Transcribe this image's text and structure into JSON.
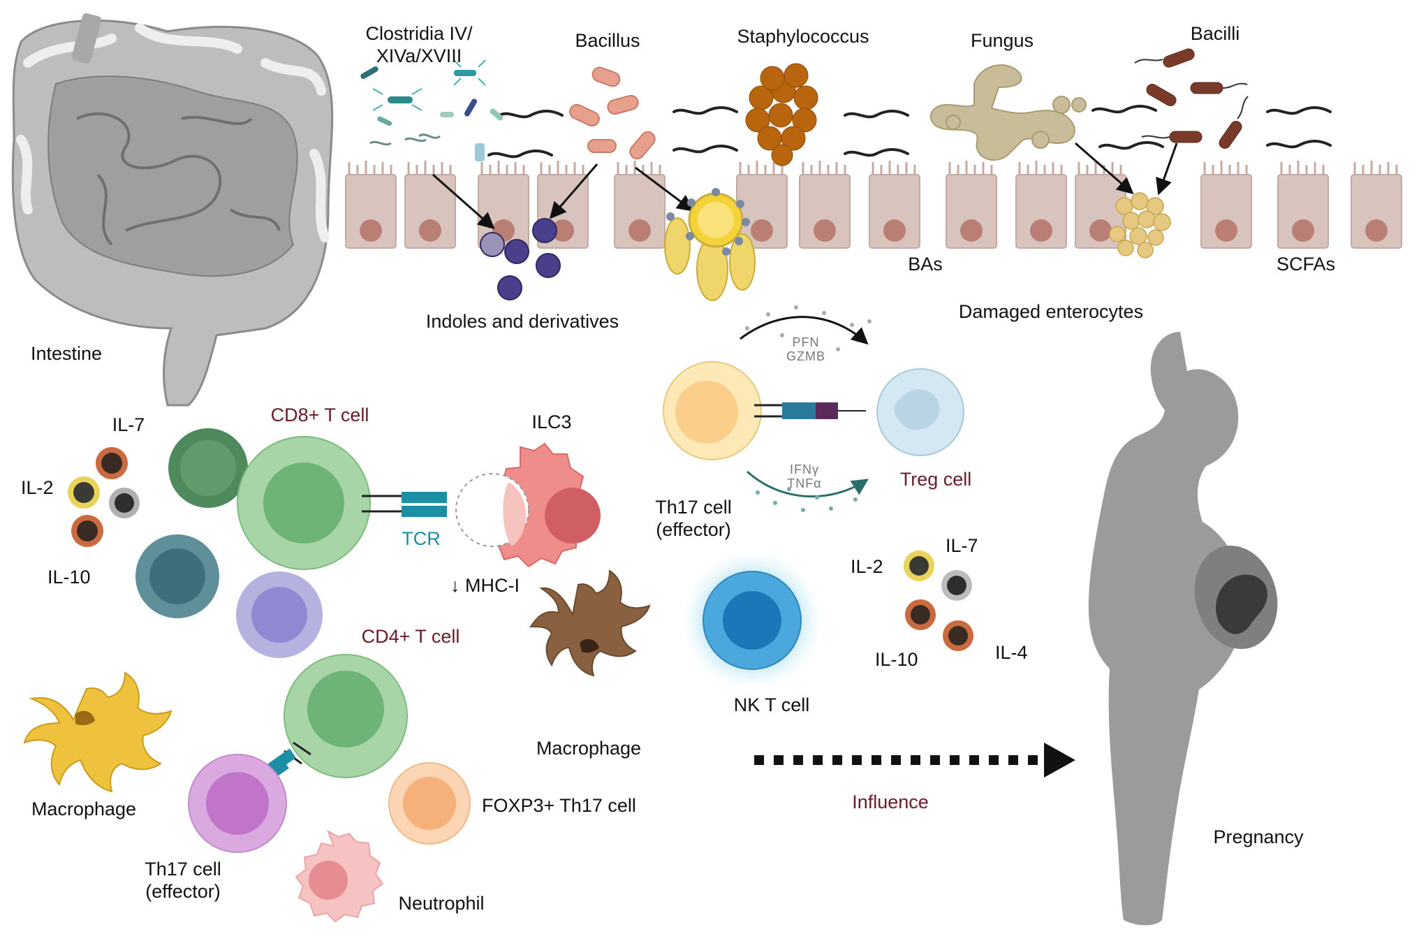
{
  "labels": {
    "intestine": "Intestine",
    "clostridia": "Clostridia IV/\nXIVa/XVIII",
    "bacillus": "Bacillus",
    "staphylococcus": "Staphylococcus",
    "fungus": "Fungus",
    "bacilli": "Bacilli",
    "indoles": "Indoles and derivatives",
    "bas": "BAs",
    "scfas": "SCFAs",
    "damaged_enterocytes": "Damaged enterocytes",
    "pfn": "PFN",
    "gzmb": "GZMB",
    "ifng": "IFNγ",
    "tnfa": "TNFα",
    "treg_cell": "Treg cell",
    "th17_effector_top": "Th17 cell\n(effector)",
    "cd8_t_cell": "CD8+ T cell",
    "ilc3": "ILC3",
    "tcr": "TCR",
    "mhc_i": "↓ MHC-I",
    "il7_left": "IL-7",
    "il2_left": "IL-2",
    "il10_left": "IL-10",
    "cd4_t_cell": "CD4+ T cell",
    "macrophage_left": "Macrophage",
    "macrophage_mid": "Macrophage",
    "th17_effector_bottom": "Th17 cell\n(effector)",
    "foxp3_th17": "FOXP3+ Th17 cell",
    "neutrophil": "Neutrophil",
    "nk_t_cell": "NK T cell",
    "il2_right": "IL-2",
    "il7_right": "IL-7",
    "il10_right": "IL-10",
    "il4_right": "IL-4",
    "influence": "Influence",
    "pregnancy": "Pregnancy"
  },
  "colors": {
    "label_dark_red": "#6a1a2a",
    "tcr_teal": "#1b8fa3",
    "enterocyte": "#d9c4bd",
    "enterocyte_nucleus": "#b97f74",
    "indole": "#4a3f8a",
    "staph": "#b8650e",
    "fungus": "#c9bc98",
    "bacilli": "#7a3a2a",
    "silhouette": "#9b9b9b"
  }
}
